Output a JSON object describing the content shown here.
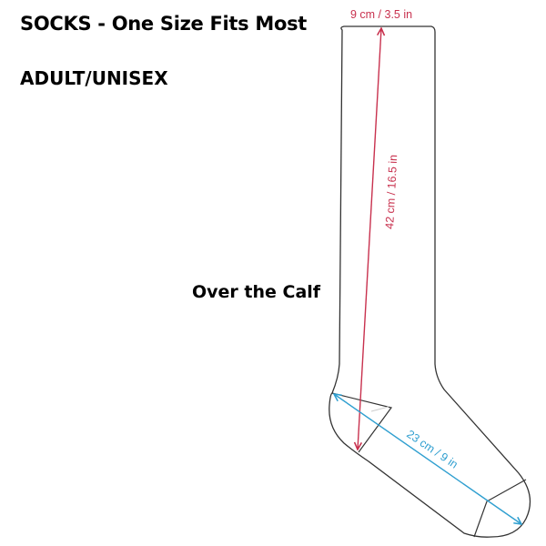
{
  "header": {
    "title": "SOCKS - One Size Fits Most",
    "subtitle": "ADULT/UNISEX"
  },
  "diagram": {
    "style_label": "Over the Calf",
    "measurements": {
      "width": {
        "label": "9 cm / 3.5 in",
        "color": "#c8314e"
      },
      "length": {
        "label": "42 cm / 16.5 in",
        "color": "#c8314e"
      },
      "foot": {
        "label": "23 cm / 9 in",
        "color": "#2f9fd0"
      }
    },
    "outline_color": "#333333"
  }
}
